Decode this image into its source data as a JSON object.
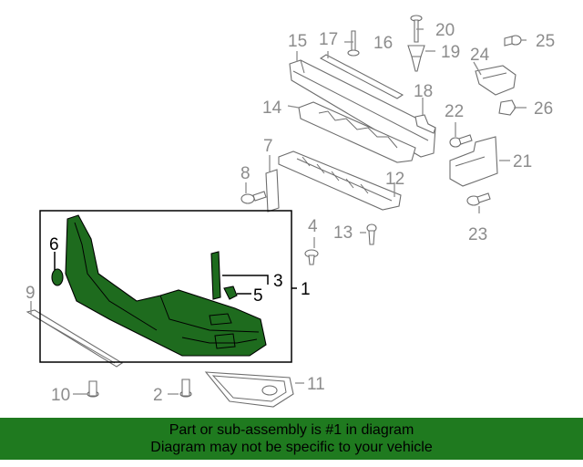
{
  "callouts": {
    "c1": "1",
    "c2": "2",
    "c3": "3",
    "c4": "4",
    "c5": "5",
    "c6": "6",
    "c7": "7",
    "c8": "8",
    "c9": "9",
    "c10": "10",
    "c11": "11",
    "c12": "12",
    "c13": "13",
    "c14": "14",
    "c15": "15",
    "c16": "16",
    "c17": "17",
    "c18": "18",
    "c19": "19",
    "c20": "20",
    "c21": "21",
    "c22": "22",
    "c23": "23",
    "c24": "24",
    "c25": "25",
    "c26": "26"
  },
  "colors": {
    "highlight": "#1e6b1e",
    "banner": "#1f7a1f",
    "callout": "#8c8c8c"
  },
  "footer": {
    "line1": "Part or sub-assembly is #1 in diagram",
    "line2": "Diagram may not be specific to your vehicle"
  }
}
